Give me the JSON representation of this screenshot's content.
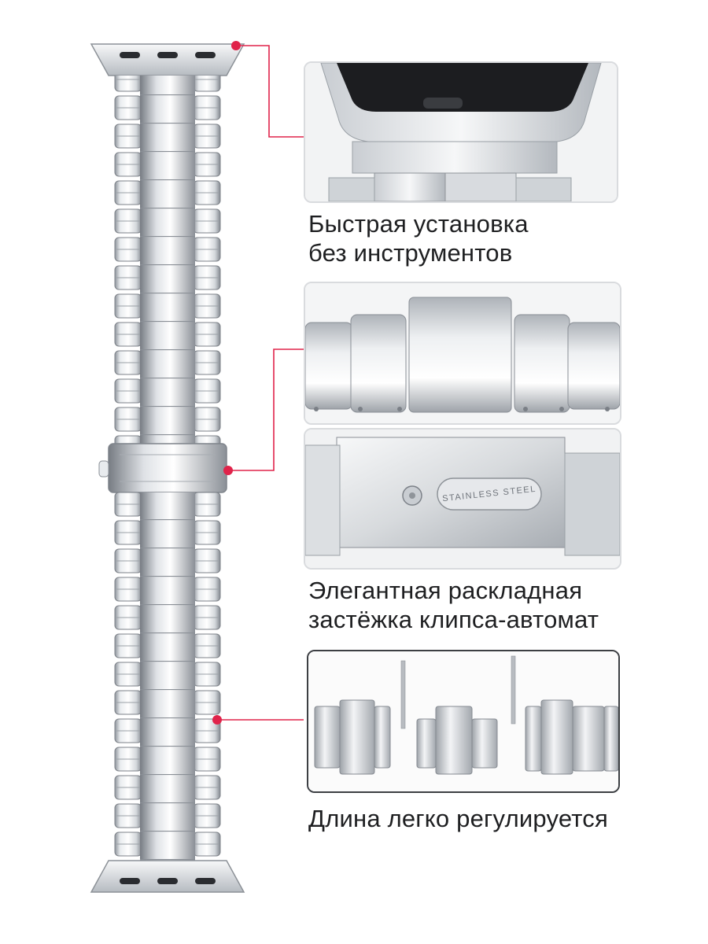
{
  "features": [
    {
      "id": "quick-install",
      "lines": [
        "Быстрая установка",
        "без инструментов"
      ]
    },
    {
      "id": "clasp",
      "lines": [
        "Элегантная раскладная",
        "застёжка клипса-автомат"
      ]
    },
    {
      "id": "length",
      "lines": [
        "Длина легко регулируется"
      ]
    }
  ],
  "clasp_engraving": "STAINLESS STEEL",
  "colors": {
    "accent": "#e0234a",
    "steel_light": "#eef0f2",
    "steel_mid": "#b9bec4",
    "steel_dark": "#6c7178"
  }
}
